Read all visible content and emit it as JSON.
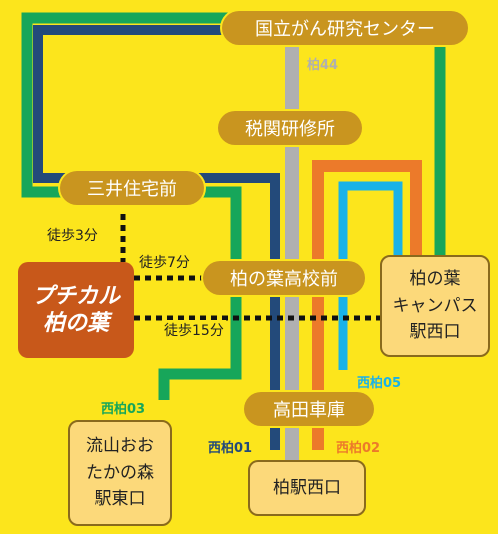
{
  "stops": {
    "ncc": "国立がん研究センター",
    "zeikan": "税関研修所",
    "mitsui": "三井住宅前",
    "kashiwanoha_hs": "柏の葉高校前",
    "takada": "高田車庫"
  },
  "terminals": {
    "campus": [
      "柏の葉",
      "キャンパス",
      "駅西口"
    ],
    "otaka": [
      "流山おお",
      "たかの森",
      "駅東口"
    ],
    "kashiwa": "柏駅西口"
  },
  "routes": {
    "kashiwa44": "柏44",
    "nishi01": "西柏01",
    "nishi02": "西柏02",
    "nishi03": "西柏03",
    "nishi05": "西柏05"
  },
  "walks": {
    "w3": "徒歩3分",
    "w7": "徒歩7分",
    "w15": "徒歩15分"
  },
  "logo": [
    "プチカル",
    "柏の葉"
  ],
  "colors": {
    "background": "#FCE51C",
    "kashiwa44": "#B0B0B0",
    "nishi01": "#234A7A",
    "nishi02": "#EC7A2A",
    "nishi03": "#17A65A",
    "nishi05": "#1AB2E8",
    "stop": "#C9951F",
    "terminal": "#FCD97A",
    "logo": "#C8581A"
  }
}
